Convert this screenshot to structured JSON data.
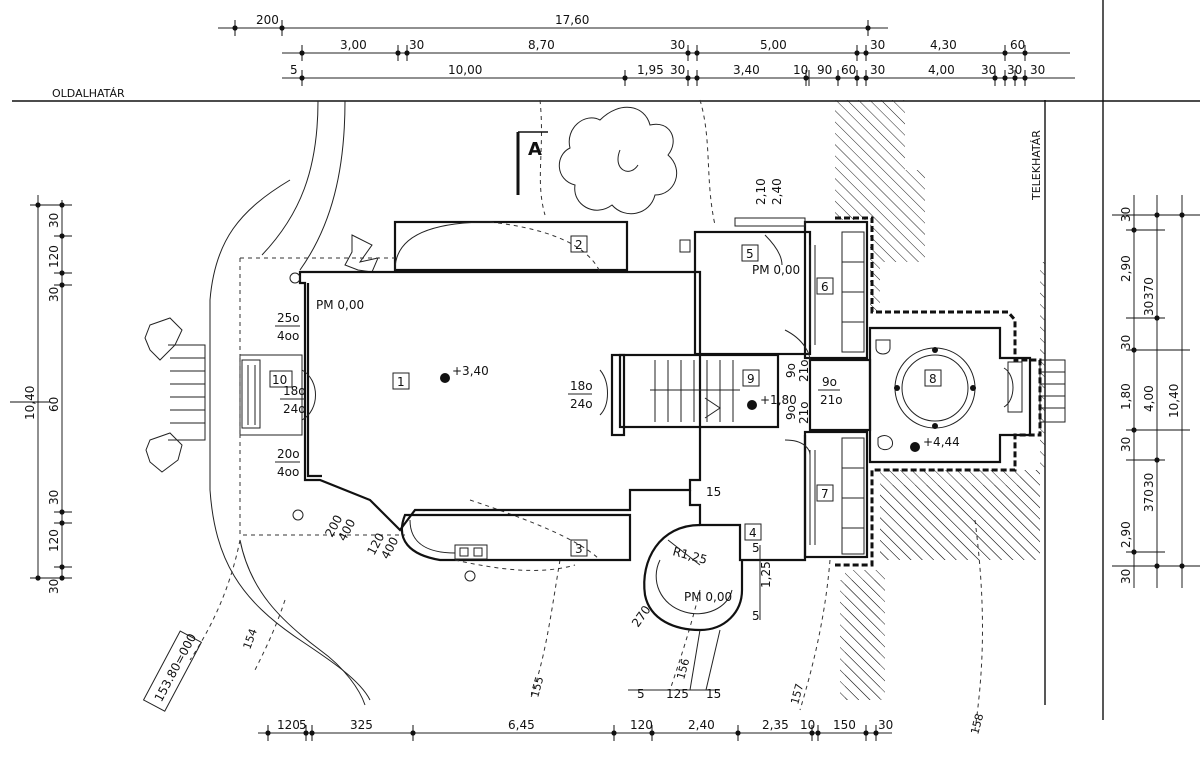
{
  "boundaries": {
    "side_boundary": "OLDALHATÁR",
    "plot_boundary": "TELEKHATÁR"
  },
  "section_marker": "A",
  "level_box": "153.80=000",
  "top_dimensions": {
    "row1": [
      "200",
      "17,60"
    ],
    "row2": [
      "3,00",
      "30",
      "8,70",
      "30",
      "5,00",
      "30",
      "4,30",
      "60"
    ],
    "row3": [
      "5",
      "10,00",
      "1,95",
      "30",
      "3,40",
      "10",
      "90",
      "60",
      "30",
      "4,00",
      "30",
      "30",
      "30"
    ]
  },
  "bottom_dimensions": [
    "120",
    "5",
    "325",
    "6,45",
    "120",
    "2,40",
    "2,35",
    "10",
    "150",
    "30"
  ],
  "left_dimensions": {
    "upper": [
      "30",
      "120",
      "30"
    ],
    "middle": [
      "10,40",
      "60"
    ],
    "lower": [
      "30",
      "120",
      "30"
    ]
  },
  "right_dimensions": {
    "inner": [
      "30",
      "2,90",
      "30",
      "30",
      "1,80",
      "30",
      "30",
      "2,90",
      "30"
    ],
    "outer": [
      "370",
      "4,00",
      "370",
      "10,40"
    ]
  },
  "rooms": [
    "1",
    "2",
    "3",
    "4",
    "5",
    "6",
    "7",
    "8",
    "9",
    "10"
  ],
  "levels": {
    "main": "+3,40",
    "stair": "+1,80",
    "room8": "+4,44",
    "pm_main": "PM 0,00",
    "pm_room5": "PM 0,00",
    "pm_round": "PM 0,00"
  },
  "openings": [
    {
      "w": "25o",
      "h": "4oo"
    },
    {
      "w": "18o",
      "h": "24o"
    },
    {
      "w": "20o",
      "h": "4oo"
    },
    {
      "w": "18o",
      "h": "24o"
    },
    {
      "w": "9o",
      "h": "21o"
    },
    {
      "w": "9o",
      "h": "21o"
    },
    {
      "w": "9o",
      "h": "21o"
    },
    {
      "w": "2,10",
      "h": "2,40"
    },
    {
      "w": "200",
      "h": "400"
    },
    {
      "w": "120",
      "h": "400"
    }
  ],
  "misc_dims": {
    "radius": "R1,25",
    "d15": "15",
    "d5a": "5",
    "d125": "1,25",
    "d5b": "5",
    "d270": "270",
    "b5": "5",
    "b125": "125",
    "b15": "15"
  },
  "contours": [
    "154",
    "155",
    "156",
    "157",
    "158"
  ]
}
